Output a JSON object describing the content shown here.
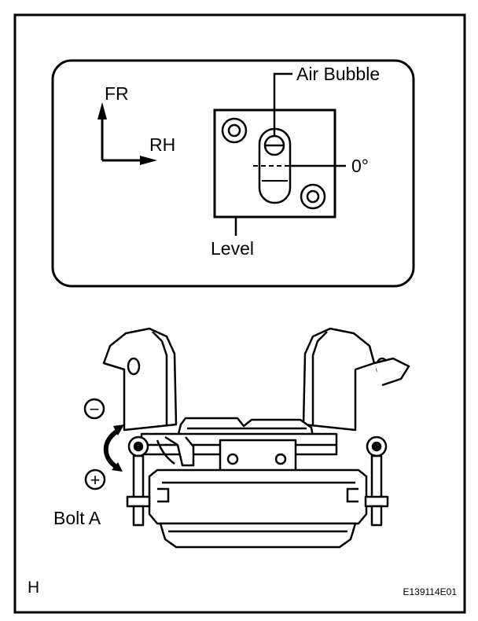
{
  "inset": {
    "direction": {
      "forward_label": "FR",
      "right_label": "RH"
    },
    "level": {
      "air_bubble_label": "Air Bubble",
      "zero_label": "0°",
      "level_label": "Level"
    }
  },
  "main": {
    "minus_symbol": "−",
    "plus_symbol": "+",
    "bolt_label": "Bolt A"
  },
  "footer": {
    "section_letter": "H",
    "figure_code": "E139114E01"
  }
}
